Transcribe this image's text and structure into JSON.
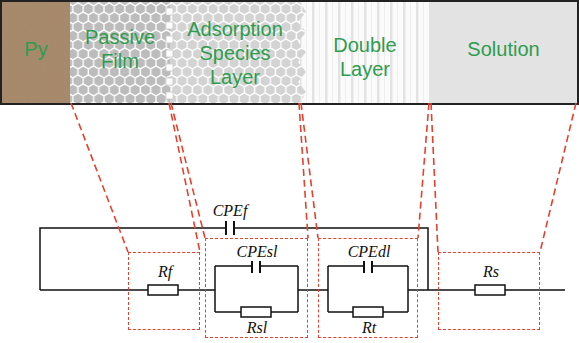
{
  "diagram": {
    "nodes": [
      {
        "text": [
          "Py"
        ]
      },
      {
        "text": [
          "Passive Film"
        ]
      },
      {
        "text": [
          "Adsorption Species Layer"
        ]
      },
      {
        "text": [
          "Double Layer"
        ]
      },
      {
        "text": [
          "Solution"
        ]
      },
      {
        "text": [
          "Rf"
        ]
      },
      {
        "text": [
          "CPEsl",
          "Rsl"
        ]
      },
      {
        "text": [
          "CPEdl",
          "Rt"
        ]
      },
      {
        "text": [
          "Rs"
        ]
      }
    ],
    "edges": [
      {
        "from": 1,
        "to": 5,
        "arrow": "none"
      },
      {
        "from": 2,
        "to": 6,
        "arrow": "none"
      },
      {
        "from": 3,
        "to": 7,
        "arrow": "none"
      },
      {
        "from": 4,
        "to": 8,
        "arrow": "none"
      }
    ],
    "labels": [
      "CPEf"
    ]
  }
}
